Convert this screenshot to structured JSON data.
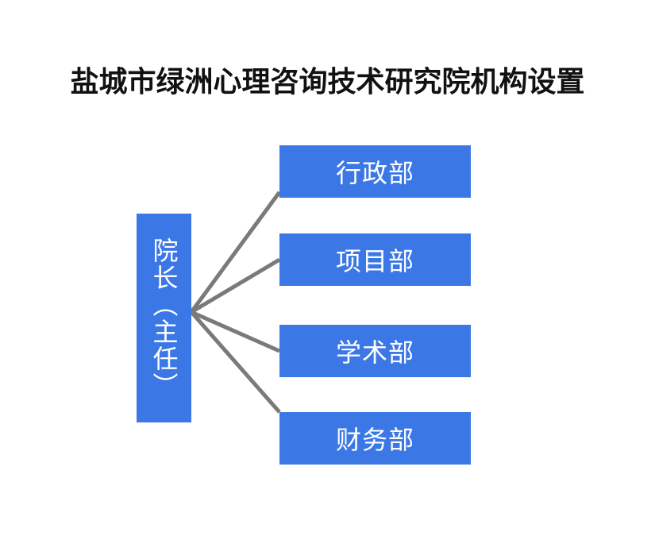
{
  "diagram": {
    "title": "盐城市绿洲心理咨询技术研究院机构设置",
    "head": {
      "label": "院长（主任）"
    },
    "departments": [
      {
        "label": "行政部"
      },
      {
        "label": "项目部"
      },
      {
        "label": "学术部"
      },
      {
        "label": "财务部"
      }
    ],
    "colors": {
      "box_fill": "#3b78e6",
      "box_text": "#ffffff",
      "connector": "#7a7a7a",
      "title_text": "#111111",
      "background": "#ffffff"
    }
  }
}
